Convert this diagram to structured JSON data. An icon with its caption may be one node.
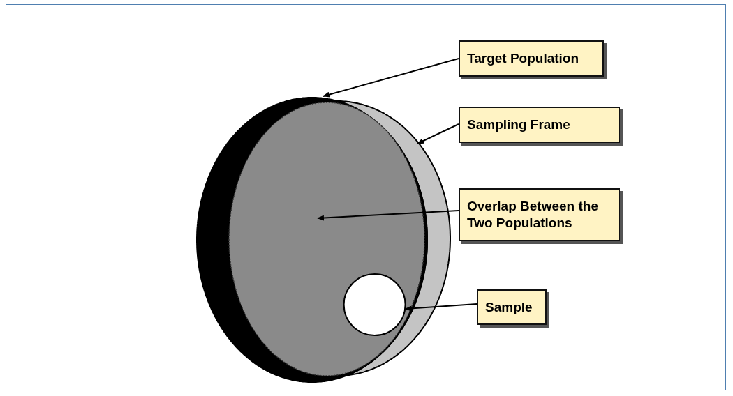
{
  "diagram": {
    "nodes": [
      {
        "text": [
          "Target Population"
        ]
      },
      {
        "text": [
          "Sampling Frame"
        ]
      },
      {
        "text": [
          "Overlap Between the Two Populations"
        ]
      },
      {
        "text": [
          "Sample"
        ]
      },
      {
        "text": [],
        "shape": "circle"
      },
      {
        "text": [],
        "shape": "circle"
      },
      {
        "text": [],
        "shape": "circle"
      },
      {
        "text": [],
        "shape": "circle",
        "in": 6
      }
    ],
    "edges": [
      {
        "from": 0,
        "to": 4,
        "arrow": "to"
      },
      {
        "from": 1,
        "to": 5,
        "arrow": "to"
      },
      {
        "from": 2,
        "to": 6,
        "arrow": "to"
      },
      {
        "from": 3,
        "to": 7,
        "arrow": "to"
      }
    ]
  }
}
